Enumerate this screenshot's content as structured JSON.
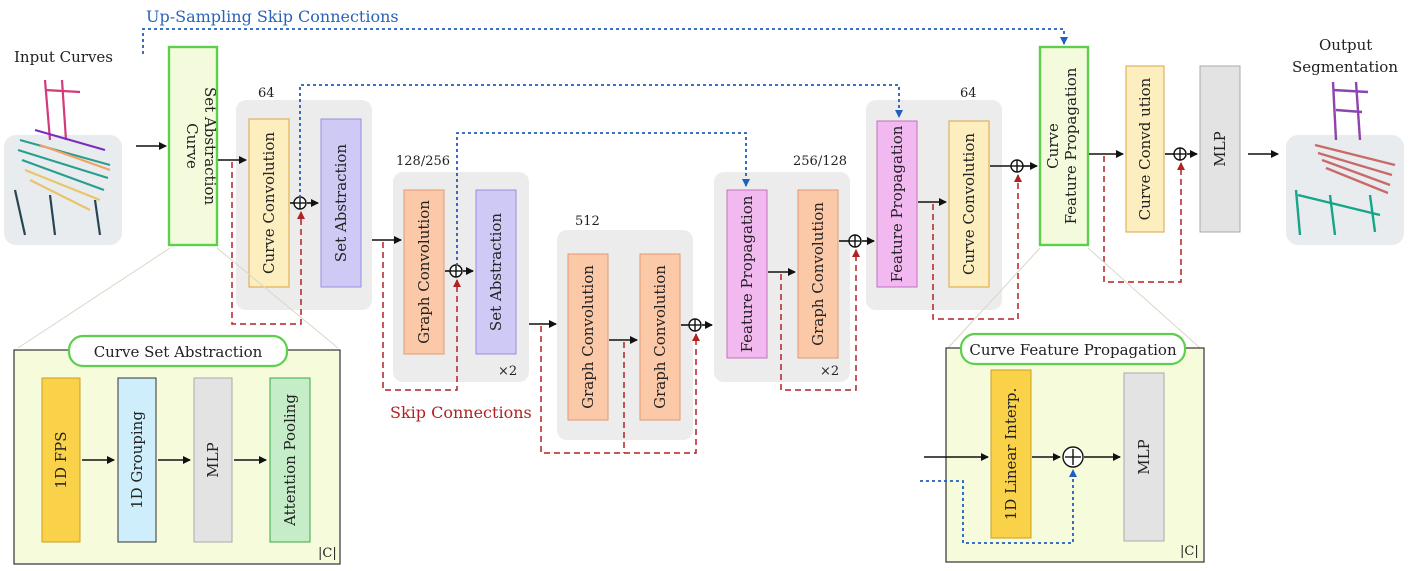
{
  "labels": {
    "input": "Input Curves",
    "output_line1": "Output",
    "output_line2": "Segmentation",
    "upsampling": "Up-Sampling Skip Connections",
    "skip": "Skip Connections",
    "csa_line1": "Curve",
    "csa_line2": "Set Abstraction",
    "cfp_line1": "Curve",
    "cfp_line2": "Feature Propagation",
    "curve_conv": "Curve Convolution",
    "set_abs": "Set Abstraction",
    "graph_conv": "Graph Convolution",
    "feat_prop": "Feature Propagation",
    "curve_conv_out": "Curve Convd ution",
    "mlp": "MLP",
    "dim_64a": "64",
    "dim_128_256": "128/256",
    "dim_512": "512",
    "dim_256_128": "256/128",
    "dim_64b": "64",
    "x2a": "×2",
    "x2b": "×2"
  },
  "csa_panel": {
    "title": "Curve Set Abstraction",
    "fps": "1D FPS",
    "grouping": "1D Grouping",
    "mlp": "MLP",
    "attn": "Attention Pooling",
    "card": "|C|"
  },
  "cfp_panel": {
    "title": "Curve Feature Propagation",
    "interp": "1D Linear Interp.",
    "mlp": "MLP",
    "card": "|C|"
  },
  "colors": {
    "green_border": "#5cd04a",
    "curve_conv_fill": "#fdeec0",
    "set_abs_fill": "#cfc9f5",
    "graph_conv_fill": "#fcc9a8",
    "feat_prop_fill": "#f2b8f0",
    "mlp_fill": "#e3e3e3",
    "group_bg": "#ececec",
    "panel_fill": "#f6fbdc",
    "fps_fill": "#f9d24a",
    "grouping_fill": "#cfeefb",
    "attn_fill": "#c5edc8",
    "skip_red": "#b22222",
    "upsample_blue": "#1f5fbf"
  }
}
